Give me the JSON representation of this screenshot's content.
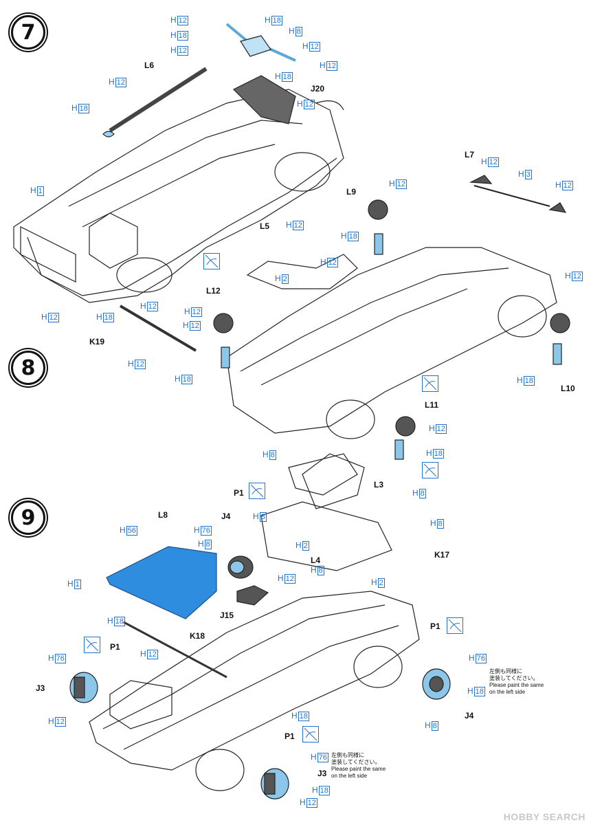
{
  "color_prefix": "H",
  "steps": [
    {
      "number": "7",
      "labels": {
        "h1": "1",
        "h8": "8",
        "h12": "12",
        "h18": "18"
      },
      "parts": {
        "l6": "L6",
        "j20": "J20"
      }
    },
    {
      "number": "8",
      "labels": {
        "h2": "2",
        "h3": "3",
        "h8": "8",
        "h12": "12",
        "h18": "18"
      },
      "parts": {
        "l3": "L3",
        "l5": "L5",
        "l7": "L7",
        "l9": "L9",
        "l10": "L10",
        "l11": "L11",
        "l12": "L12",
        "k19": "K19"
      }
    },
    {
      "number": "9",
      "labels": {
        "h1": "1",
        "h2": "2",
        "h8": "8",
        "h12": "12",
        "h18": "18",
        "h56": "56",
        "h76": "76"
      },
      "parts": {
        "l4": "L4",
        "l8": "L8",
        "j3": "J3",
        "j4": "J4",
        "j15": "J15",
        "k17": "K17",
        "k18": "K18",
        "p1": "P1"
      },
      "note_jp_1": "左側も同様に",
      "note_jp_2": "塗装してください。",
      "note_en_1": "Please paint the same",
      "note_en_2": "on the left side"
    }
  ],
  "watermark": "HOBBY SEARCH",
  "accent_color": "#1e73d2",
  "part_fill_color": "#2f8ddf"
}
